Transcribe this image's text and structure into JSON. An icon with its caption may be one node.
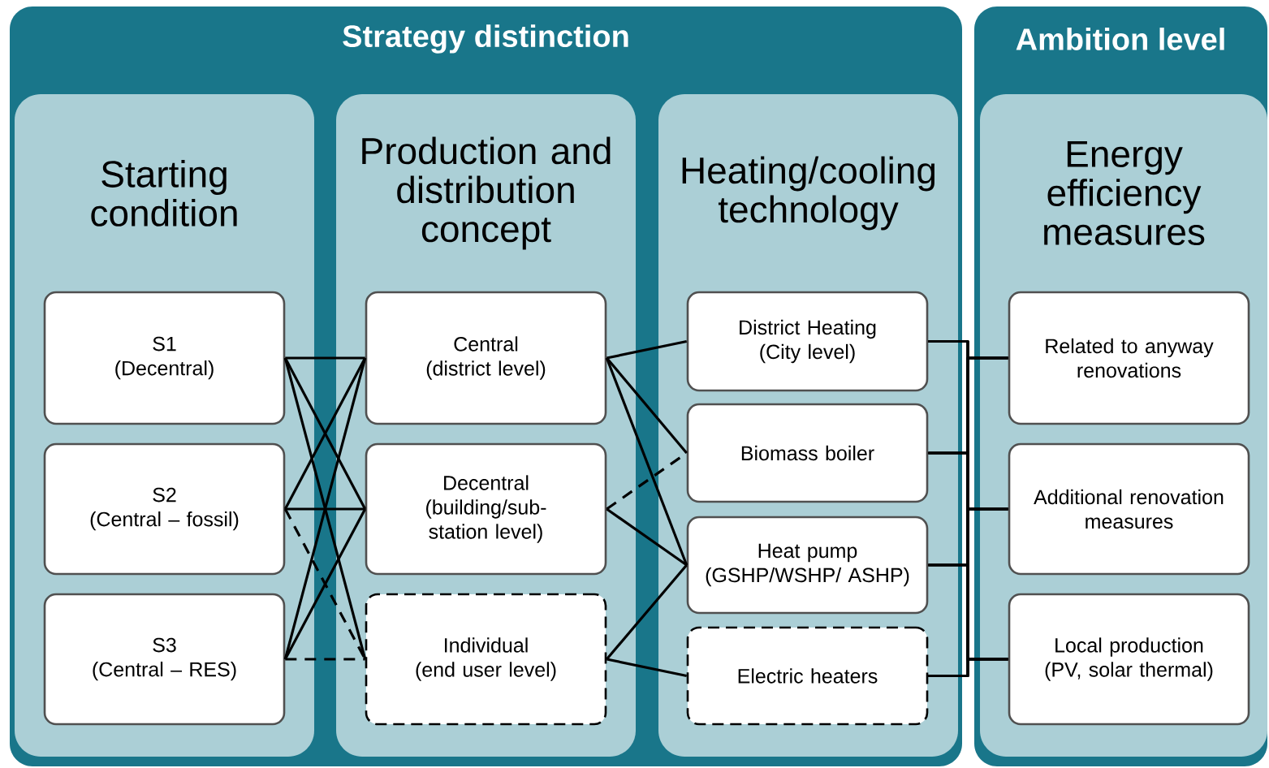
{
  "diagram": {
    "nodes": [
      {
        "text": [
          "Strategy distinction"
        ]
      },
      {
        "text": [
          "Starting condition"
        ],
        "in": 0
      },
      {
        "text": [
          "S1",
          "(Decentral)"
        ],
        "in": 1
      },
      {
        "text": [
          "S2",
          "(Central – fossil)"
        ],
        "in": 1
      },
      {
        "text": [
          "S3",
          "(Central – RES)"
        ],
        "in": 1
      },
      {
        "text": [
          "Production and distribution concept"
        ],
        "in": 0
      },
      {
        "text": [
          "Central",
          "(district level)"
        ],
        "in": 5
      },
      {
        "text": [
          "Decentral",
          "(building/sub-station level)"
        ],
        "in": 5
      },
      {
        "text": [
          "Individual",
          "(end user level)"
        ],
        "in": 5
      },
      {
        "text": [
          "Heating/cooling technology"
        ],
        "in": 0
      },
      {
        "text": [
          "District Heating",
          "(City level)"
        ],
        "in": 9
      },
      {
        "text": [
          "Biomass boiler"
        ],
        "in": 9
      },
      {
        "text": [
          "Heat pump",
          "(GSHP/WSHP/ ASHP)"
        ],
        "in": 9
      },
      {
        "text": [
          "Electric heaters"
        ],
        "in": 9
      },
      {
        "text": [
          "Ambition level"
        ]
      },
      {
        "text": [
          "Energy efficiency measures"
        ],
        "in": 14
      },
      {
        "text": [
          "Related to anyway renovations"
        ],
        "in": 15
      },
      {
        "text": [
          "Additional renovation measures"
        ],
        "in": 15
      },
      {
        "text": [
          "Local production",
          "(PV, solar thermal)"
        ],
        "in": 15
      }
    ],
    "edges": [
      {
        "from": 2,
        "to": 6,
        "arrow": "none"
      },
      {
        "from": 2,
        "to": 7,
        "arrow": "none"
      },
      {
        "from": 2,
        "to": 8,
        "arrow": "none"
      },
      {
        "from": 3,
        "to": 6,
        "arrow": "none"
      },
      {
        "from": 3,
        "to": 7,
        "arrow": "none"
      },
      {
        "from": 3,
        "to": 8,
        "arrow": "none",
        "style": "dashed"
      },
      {
        "from": 4,
        "to": 6,
        "arrow": "none"
      },
      {
        "from": 4,
        "to": 7,
        "arrow": "none"
      },
      {
        "from": 4,
        "to": 8,
        "arrow": "none",
        "style": "dashed"
      },
      {
        "from": 6,
        "to": 10,
        "arrow": "none"
      },
      {
        "from": 6,
        "to": 11,
        "arrow": "none"
      },
      {
        "from": 6,
        "to": 12,
        "arrow": "none"
      },
      {
        "from": 7,
        "to": 11,
        "arrow": "none",
        "style": "dashed"
      },
      {
        "from": 7,
        "to": 12,
        "arrow": "none"
      },
      {
        "from": 8,
        "to": 12,
        "arrow": "none"
      },
      {
        "from": 8,
        "to": 13,
        "arrow": "none"
      },
      {
        "from": 10,
        "to": 16,
        "arrow": "none"
      },
      {
        "from": 10,
        "to": 17,
        "arrow": "none"
      },
      {
        "from": 10,
        "to": 18,
        "arrow": "none"
      },
      {
        "from": 11,
        "to": 16,
        "arrow": "none"
      },
      {
        "from": 11,
        "to": 17,
        "arrow": "none"
      },
      {
        "from": 11,
        "to": 18,
        "arrow": "none"
      },
      {
        "from": 12,
        "to": 16,
        "arrow": "none"
      },
      {
        "from": 12,
        "to": 17,
        "arrow": "none"
      },
      {
        "from": 12,
        "to": 18,
        "arrow": "none"
      },
      {
        "from": 13,
        "to": 16,
        "arrow": "none"
      },
      {
        "from": 13,
        "to": 17,
        "arrow": "none"
      },
      {
        "from": 13,
        "to": 18,
        "arrow": "none"
      }
    ]
  }
}
